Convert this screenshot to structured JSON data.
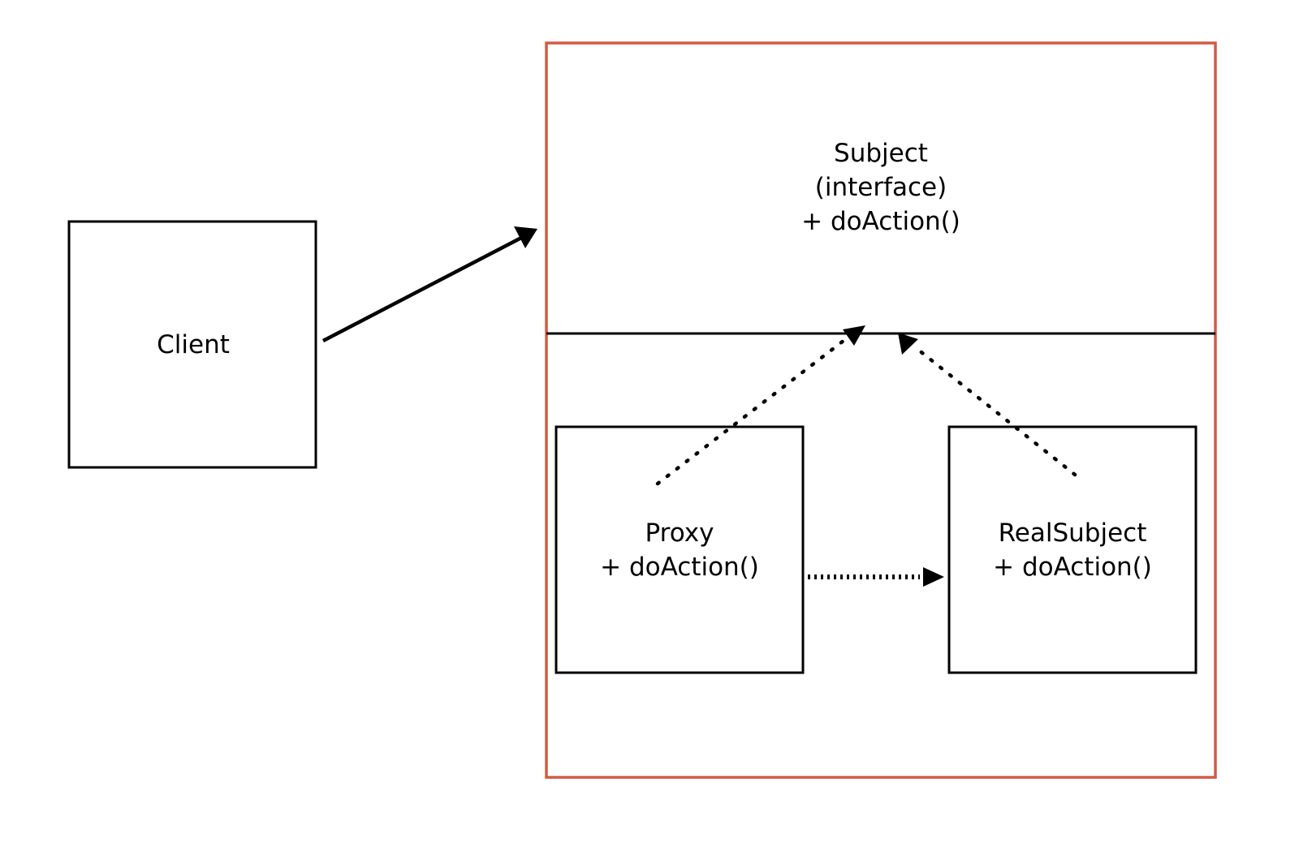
{
  "diagram": {
    "colors": {
      "stroke": "#000000",
      "container_border": "#d35a45",
      "background": "#ffffff"
    },
    "client": {
      "name": "Client"
    },
    "subject": {
      "name": "Subject",
      "stereotype": "(interface)",
      "method": "+ doAction()"
    },
    "proxy": {
      "name": "Proxy",
      "method": "+ doAction()"
    },
    "real_subject": {
      "name": "RealSubject",
      "method": "+ doAction()"
    }
  }
}
